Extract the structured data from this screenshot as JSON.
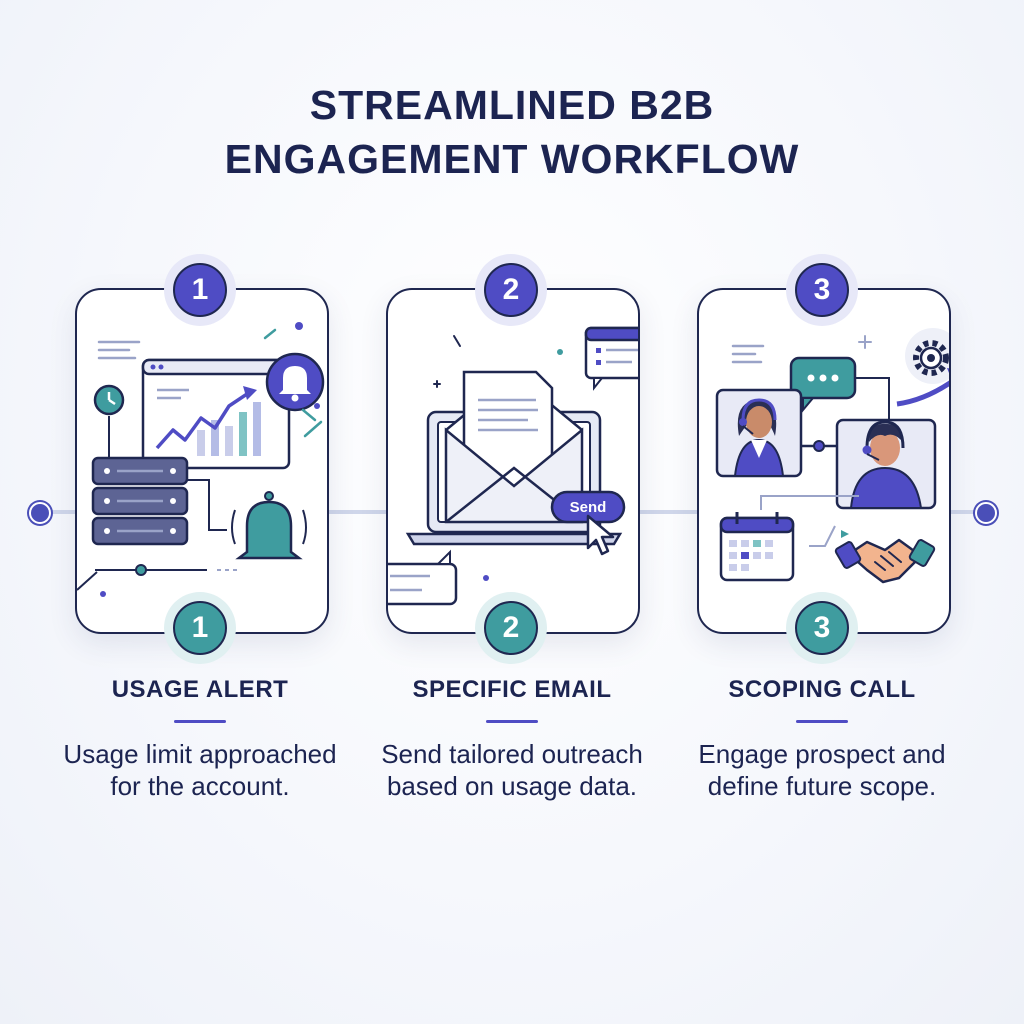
{
  "title": {
    "line1": "STREAMLINED B2B",
    "line2": "ENGAGEMENT WORKFLOW"
  },
  "steps": [
    {
      "number": "1",
      "label": "USAGE ALERT",
      "description": "Usage limit approached for the account.",
      "icons": [
        "dashboard-chart-icon",
        "notification-bell-icon",
        "server-stack-icon",
        "alert-bell-icon",
        "clock-icon"
      ]
    },
    {
      "number": "2",
      "label": "SPECIFIC EMAIL",
      "description": "Send tailored outreach based on usage data.",
      "send_button": "Send",
      "icons": [
        "laptop-icon",
        "envelope-icon",
        "document-icon",
        "cursor-icon",
        "chat-bubble-icon"
      ]
    },
    {
      "number": "3",
      "label": "SCOPING CALL",
      "description": "Engage prospect and define future scope.",
      "icons": [
        "agent-avatar-icon",
        "user-avatar-icon",
        "chat-bubble-icon",
        "gear-icon",
        "growth-arrow-icon",
        "calendar-icon",
        "handshake-icon"
      ]
    }
  ],
  "colors": {
    "navy": "#1f2750",
    "indigo": "#4f4cc4",
    "teal": "#3f9c9f",
    "connector": "#cfd6ea"
  }
}
